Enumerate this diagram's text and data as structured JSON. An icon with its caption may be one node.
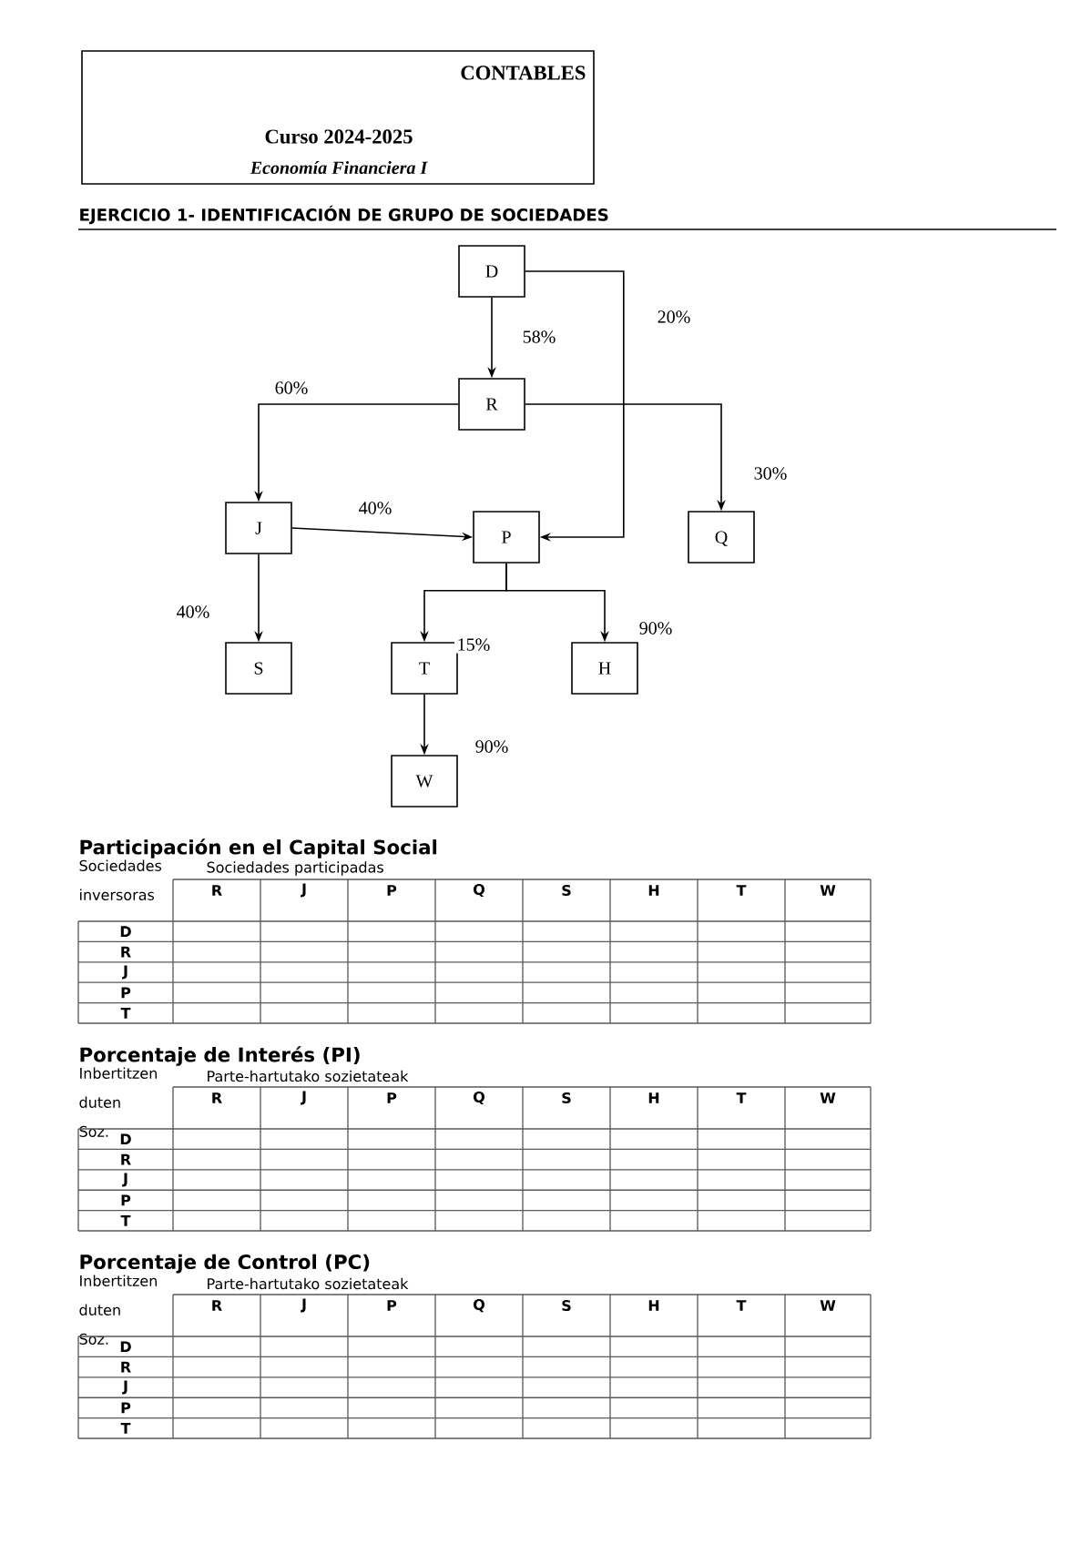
{
  "diagram": {
    "title": "EJERCICIO 1-  IDENTIFICACIÓN DE GRUPO DE SOCIEDADES",
    "nodes": [
      {
        "text": [
          "D"
        ]
      },
      {
        "text": [
          "R"
        ]
      },
      {
        "text": [
          "J"
        ]
      },
      {
        "text": [
          "P"
        ]
      },
      {
        "text": [
          "Q"
        ]
      },
      {
        "text": [
          "S"
        ]
      },
      {
        "text": [
          "T"
        ]
      },
      {
        "text": [
          "H"
        ]
      },
      {
        "text": [
          "W"
        ]
      }
    ],
    "edges": [
      {
        "from": 0,
        "to": 1,
        "arrow": "to",
        "label": "58%"
      },
      {
        "from": 0,
        "to": 3,
        "arrow": "to",
        "label": "20%"
      },
      {
        "from": 1,
        "to": 2,
        "arrow": "to",
        "label": "60%"
      },
      {
        "from": 1,
        "to": 4,
        "arrow": "to",
        "label": "30%"
      },
      {
        "from": 2,
        "to": 3,
        "arrow": "to",
        "label": "40%"
      },
      {
        "from": 2,
        "to": 5,
        "arrow": "to",
        "label": "40%"
      },
      {
        "from": 3,
        "to": 6,
        "arrow": "to",
        "label": "15%"
      },
      {
        "from": 3,
        "to": 7,
        "arrow": "to",
        "label": "90%"
      },
      {
        "from": 6,
        "to": 8,
        "arrow": "to",
        "label": "90%"
      }
    ],
    "labels": [
      "CONTABLES",
      "Curso 2024-2025",
      "Economía Financiera I",
      "Participación en el Capital Social",
      "Sociedades inversoras",
      "Sociedades participadas",
      "R",
      "J",
      "P",
      "Q",
      "S",
      "H",
      "T",
      "W",
      "D",
      "R",
      "J",
      "P",
      "T",
      "Porcentaje de Interés (PI)",
      "Inbertitzen duten Soz.",
      "Parte-hartutako sozietateak",
      "R",
      "J",
      "P",
      "Q",
      "S",
      "H",
      "T",
      "W",
      "D",
      "R",
      "J",
      "P",
      "T",
      "Porcentaje de Control (PC)",
      "Inbertitzen duten Soz.",
      "Parte-hartutako sozietateak",
      "R",
      "J",
      "P",
      "Q",
      "S",
      "H",
      "T",
      "W",
      "D",
      "R",
      "J",
      "P",
      "T"
    ]
  }
}
